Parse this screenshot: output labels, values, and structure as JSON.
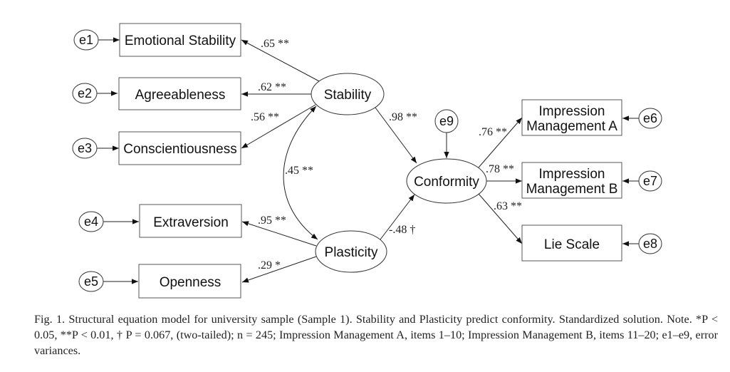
{
  "diagram": {
    "type": "structural-equation-model",
    "observed": {
      "emotional_stability": "Emotional Stability",
      "agreeableness": "Agreeableness",
      "conscientiousness": "Conscientiousness",
      "extraversion": "Extraversion",
      "openness": "Openness",
      "im_a_line1": "Impression",
      "im_a_line2": "Management A",
      "im_b_line1": "Impression",
      "im_b_line2": "Management B",
      "lie_scale": "Lie Scale"
    },
    "latent": {
      "stability": "Stability",
      "plasticity": "Plasticity",
      "conformity": "Conformity"
    },
    "errors": [
      "e1",
      "e2",
      "e3",
      "e4",
      "e5",
      "e6",
      "e7",
      "e8",
      "e9"
    ],
    "paths": [
      {
        "from": "Stability",
        "to": "Emotional Stability",
        "coef": ".65 **"
      },
      {
        "from": "Stability",
        "to": "Agreeableness",
        "coef": ".62 **"
      },
      {
        "from": "Stability",
        "to": "Conscientiousness",
        "coef": ".56 **"
      },
      {
        "from": "Stability",
        "to": "Plasticity",
        "coef": ".45 **",
        "type": "correlation"
      },
      {
        "from": "Plasticity",
        "to": "Extraversion",
        "coef": ".95 **"
      },
      {
        "from": "Plasticity",
        "to": "Openness",
        "coef": ".29 *"
      },
      {
        "from": "Stability",
        "to": "Conformity",
        "coef": ".98 **"
      },
      {
        "from": "Plasticity",
        "to": "Conformity",
        "coef": "-.48 †"
      },
      {
        "from": "Conformity",
        "to": "Impression Management A",
        "coef": ".76 **"
      },
      {
        "from": "Conformity",
        "to": "Impression Management B",
        "coef": ".78 **"
      },
      {
        "from": "Conformity",
        "to": "Lie Scale",
        "coef": ".63 **"
      }
    ]
  },
  "caption": "Fig. 1. Structural equation model for university sample (Sample 1). Stability and Plasticity predict conformity. Standardized solution. Note. *P < 0.05, **P < 0.01, † P = 0.067, (two-tailed); n = 245; Impression Management A, items 1–10; Impression Management B, items 11–20; e1–e9, error variances."
}
